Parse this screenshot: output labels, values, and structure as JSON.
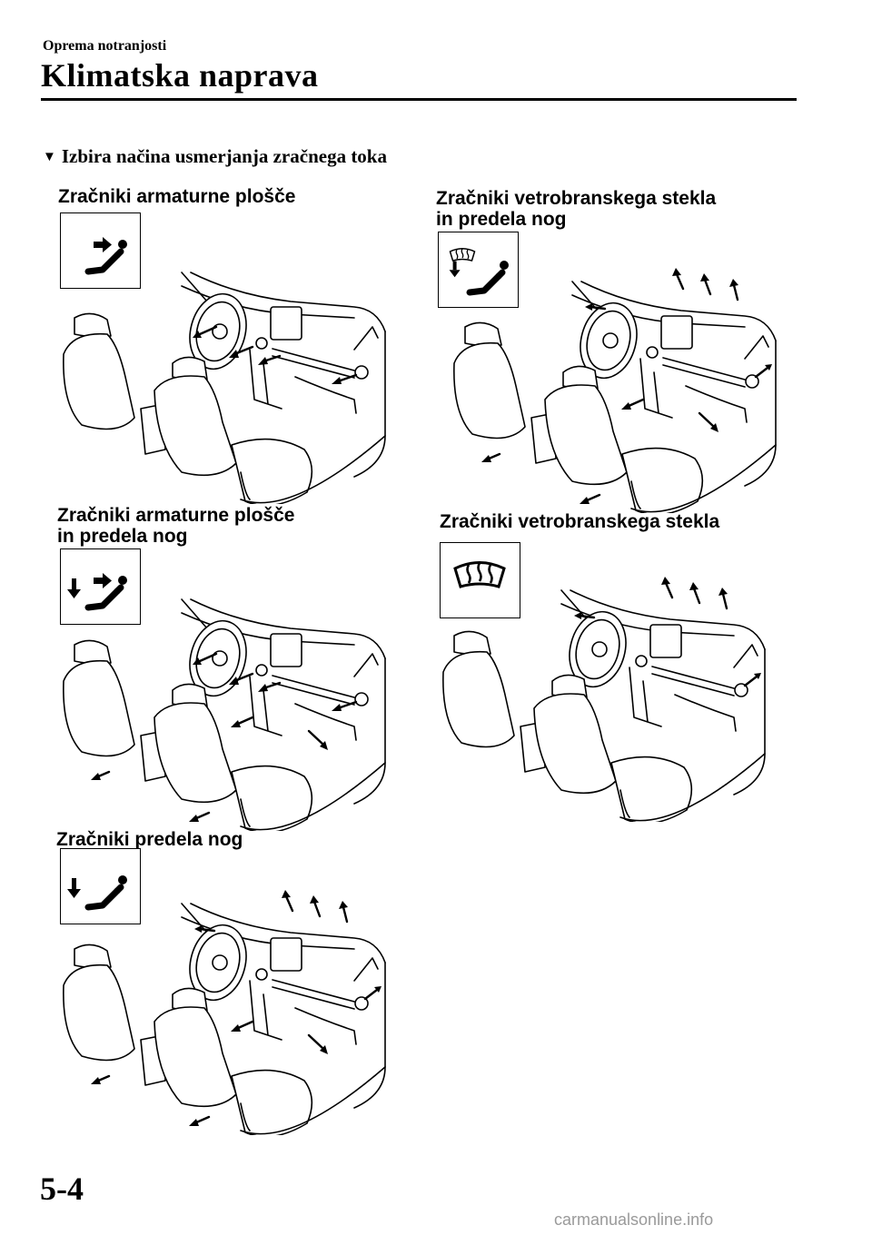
{
  "header": {
    "section": "Oprema notranjosti",
    "title": "Klimatska naprava"
  },
  "heading": {
    "marker": "▼",
    "text": "Izbira načina usmerjanja zračnega toka"
  },
  "modes": [
    {
      "label_lines": [
        "Zračniki armaturne plošče"
      ],
      "icon": "face-vent-icon"
    },
    {
      "label_lines": [
        "Zračniki vetrobranskega stekla",
        "in predela nog"
      ],
      "icon": "defrost-floor-icon"
    },
    {
      "label_lines": [
        "Zračniki armaturne plošče",
        "in predela nog"
      ],
      "icon": "face-floor-vent-icon"
    },
    {
      "label_lines": [
        "Zračniki vetrobranskega stekla"
      ],
      "icon": "defrost-icon"
    },
    {
      "label_lines": [
        "Zračniki predela nog"
      ],
      "icon": "floor-vent-icon"
    }
  ],
  "footer": {
    "page_number": "5-4",
    "watermark": "carmanualsonline.info"
  }
}
